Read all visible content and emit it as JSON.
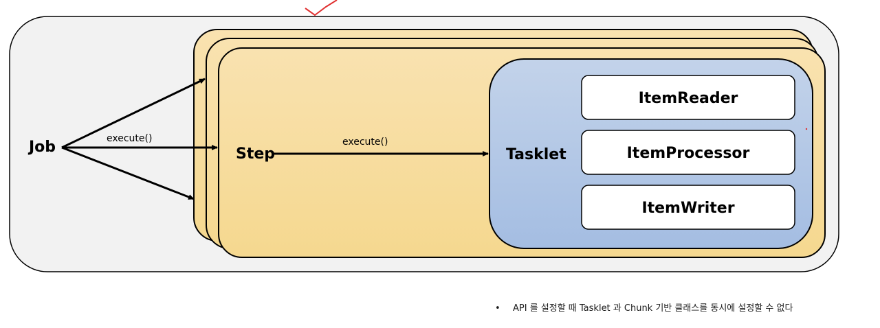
{
  "diagram": {
    "job_label": "Job",
    "job_call_label": "execute()",
    "step_label": "Step",
    "step_call_label": "execute()",
    "tasklet_label": "Tasklet",
    "items": [
      "ItemReader",
      "ItemProcessor",
      "ItemWriter"
    ],
    "colors": {
      "job_background": "#f2f2f2",
      "step_fill": "#f8dc9e",
      "tasklet_fill": "#b2c6e4",
      "item_fill": "#ffffff",
      "stroke": "#000000",
      "check_mark": "#e03030"
    }
  },
  "note": {
    "bullet": "•",
    "text": "API 를 설정할 때 Tasklet 과 Chunk 기반 클래스를 동시에 설정할 수 없다"
  }
}
